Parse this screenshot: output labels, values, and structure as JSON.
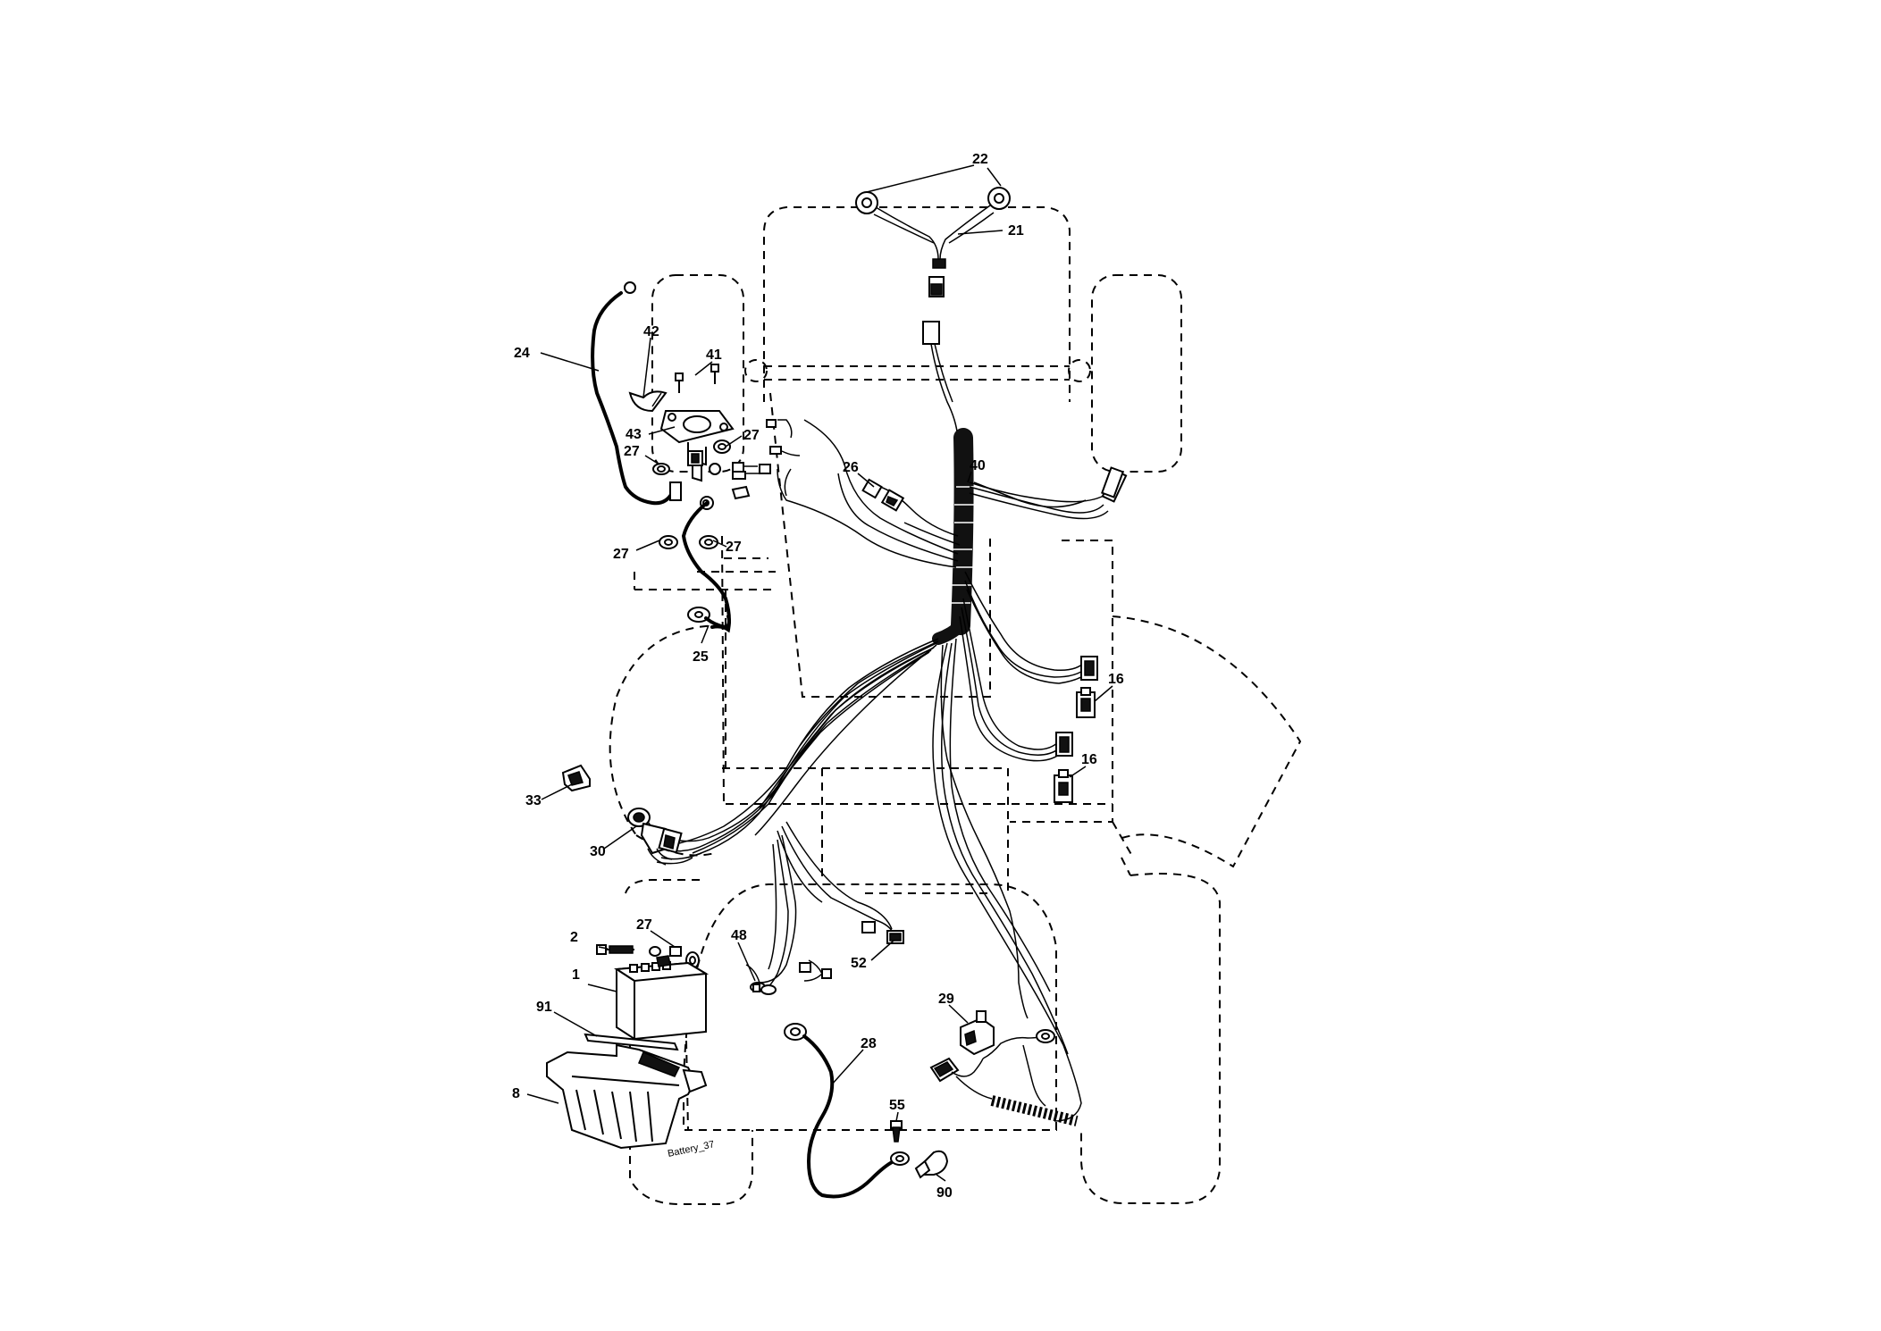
{
  "diagram": {
    "callouts": [
      {
        "id": "c22",
        "label": "22"
      },
      {
        "id": "c21",
        "label": "21"
      },
      {
        "id": "c24",
        "label": "24"
      },
      {
        "id": "c42",
        "label": "42"
      },
      {
        "id": "c41",
        "label": "41"
      },
      {
        "id": "c43",
        "label": "43"
      },
      {
        "id": "c27a",
        "label": "27"
      },
      {
        "id": "c27b",
        "label": "27"
      },
      {
        "id": "c27c",
        "label": "27"
      },
      {
        "id": "c27d",
        "label": "27"
      },
      {
        "id": "c27e",
        "label": "27"
      },
      {
        "id": "c26",
        "label": "26"
      },
      {
        "id": "c40",
        "label": "40"
      },
      {
        "id": "c25",
        "label": "25"
      },
      {
        "id": "c16a",
        "label": "16"
      },
      {
        "id": "c16b",
        "label": "16"
      },
      {
        "id": "c33",
        "label": "33"
      },
      {
        "id": "c30",
        "label": "30"
      },
      {
        "id": "c2",
        "label": "2"
      },
      {
        "id": "c48",
        "label": "48"
      },
      {
        "id": "c52",
        "label": "52"
      },
      {
        "id": "c1",
        "label": "1"
      },
      {
        "id": "c91",
        "label": "91"
      },
      {
        "id": "c29",
        "label": "29"
      },
      {
        "id": "c28",
        "label": "28"
      },
      {
        "id": "c8",
        "label": "8"
      },
      {
        "id": "c55",
        "label": "55"
      },
      {
        "id": "c90",
        "label": "90"
      }
    ],
    "stamp": "Battery_37"
  }
}
